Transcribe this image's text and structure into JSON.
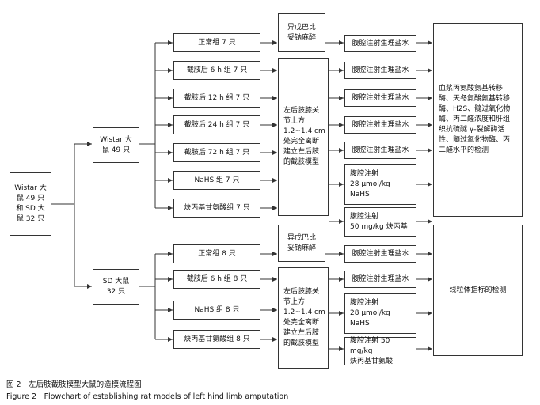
{
  "root": "Wistar 大\n鼠 49 只\n和 SD 大\n鼠 32 只",
  "wistar": {
    "label": "Wistar 大\n鼠 49 只",
    "anesthesia": "异戊巴比\n妥钠麻醉",
    "groups": [
      "正常组 7 只",
      "截肢后 6 h 组 7 只",
      "截肢后 12 h 组 7 只",
      "截肢后 24 h 组 7 只",
      "截肢后 72 h 组 7 只",
      "NaHS 组 7 只",
      "炔丙基甘氨酸组 7 只"
    ],
    "model": "左后肢膝关\n节上方\n1.2~1.4 cm\n处完全离断\n建立左后肢\n的截肢模型",
    "treatments": [
      "腹腔注射生理盐水",
      "腹腔注射生理盐水",
      "腹腔注射生理盐水",
      "腹腔注射生理盐水",
      "腹腔注射生理盐水",
      "腹腔注射\n28 μmol/kg\nNaHS",
      "腹腔注射\n50 mg/kg 炔丙基"
    ],
    "outcome": "血浆丙氨酸氨基转移\n酶、天冬氨酸氨基转移\n酶、H2S、髓过氧化物\n酶、丙二醛浓度和肝组\n织抗硫醚 γ-裂解酶活\n性、髓过氧化物酶、丙\n二醛水平的检测"
  },
  "sd": {
    "label": "SD 大鼠\n32 只",
    "anesthesia": "异戊巴比\n妥钠麻醉",
    "groups": [
      "正常组 8 只",
      "截肢后 6 h 组 8 只",
      "NaHS 组 8 只",
      "炔丙基甘氨酸组 8 只"
    ],
    "model": "左后肢膝关\n节上方\n1.2~1.4 cm\n处完全离断\n建立左后肢\n的截肢模型",
    "treatments": [
      "腹腔注射生理盐水",
      "腹腔注射生理盐水",
      "腹腔注射\n28 μmol/kg\nNaHS",
      "腹腔注射 50 mg/kg\n炔丙基甘氨酸"
    ],
    "outcome": "线粒体指标的检测"
  },
  "caption": {
    "cn": "图 2　左后肢截肢模型大鼠的造模流程图",
    "en": "Figure 2　Flowchart of establishing rat models of left hind limb amputation"
  }
}
